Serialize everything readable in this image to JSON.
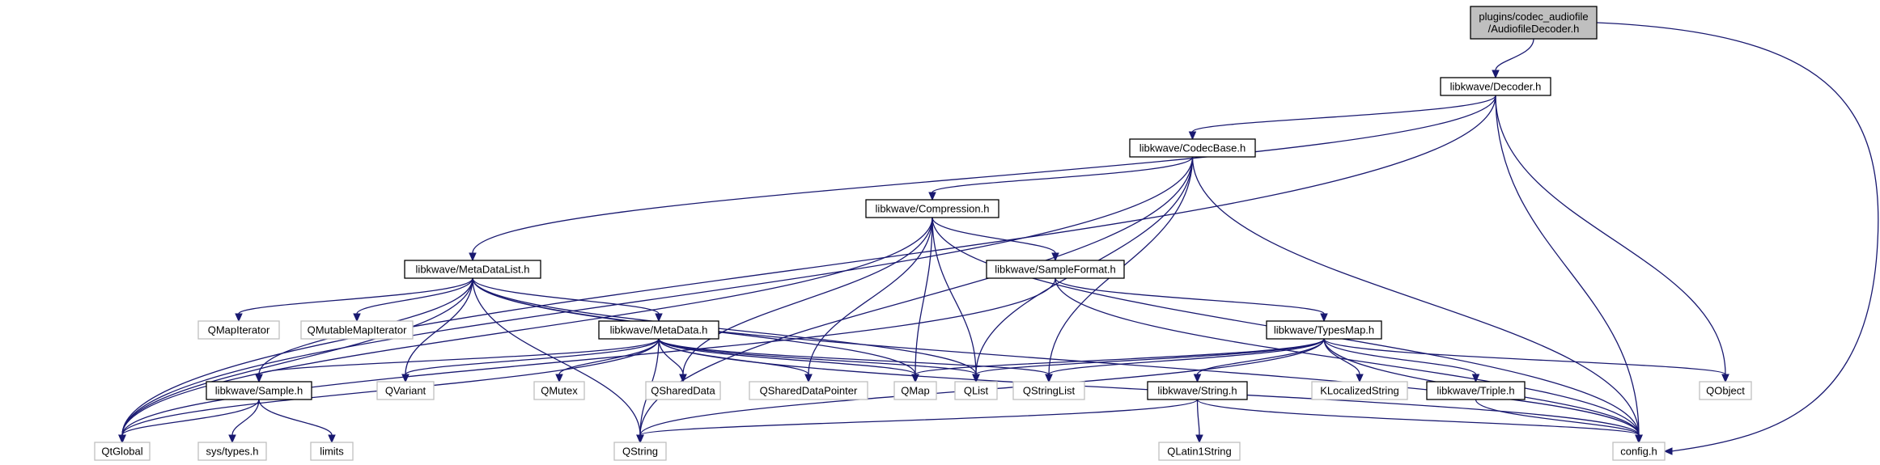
{
  "colors": {
    "edge": "#191970",
    "root_fill": "#bfbfbf",
    "external_stroke": "#bfbfbf"
  },
  "nodes": {
    "root": {
      "lines": [
        "plugins/codec_audiofile",
        "/AudiofileDecoder.h"
      ]
    },
    "decoder": {
      "lines": [
        "libkwave/Decoder.h"
      ]
    },
    "codecbase": {
      "lines": [
        "libkwave/CodecBase.h"
      ]
    },
    "compression": {
      "lines": [
        "libkwave/Compression.h"
      ]
    },
    "metadatalist": {
      "lines": [
        "libkwave/MetaDataList.h"
      ]
    },
    "sampleformat": {
      "lines": [
        "libkwave/SampleFormat.h"
      ]
    },
    "metadata": {
      "lines": [
        "libkwave/MetaData.h"
      ]
    },
    "typesmap": {
      "lines": [
        "libkwave/TypesMap.h"
      ]
    },
    "sample": {
      "lines": [
        "libkwave/Sample.h"
      ]
    },
    "string": {
      "lines": [
        "libkwave/String.h"
      ]
    },
    "triple": {
      "lines": [
        "libkwave/Triple.h"
      ]
    },
    "qmapiterator": {
      "lines": [
        "QMapIterator"
      ]
    },
    "qmutablemapiterator": {
      "lines": [
        "QMutableMapIterator"
      ]
    },
    "qvariant": {
      "lines": [
        "QVariant"
      ]
    },
    "qmutex": {
      "lines": [
        "QMutex"
      ]
    },
    "qshareddata": {
      "lines": [
        "QSharedData"
      ]
    },
    "qshareddatapointer": {
      "lines": [
        "QSharedDataPointer"
      ]
    },
    "qmap": {
      "lines": [
        "QMap"
      ]
    },
    "qlist": {
      "lines": [
        "QList"
      ]
    },
    "qstringlist": {
      "lines": [
        "QStringList"
      ]
    },
    "klocalizedstring": {
      "lines": [
        "KLocalizedString"
      ]
    },
    "qobject": {
      "lines": [
        "QObject"
      ]
    },
    "qtglobal": {
      "lines": [
        "QtGlobal"
      ]
    },
    "systypes": {
      "lines": [
        "sys/types.h"
      ]
    },
    "limits": {
      "lines": [
        "limits"
      ]
    },
    "qstring": {
      "lines": [
        "QString"
      ]
    },
    "qlatin1string": {
      "lines": [
        "QLatin1String"
      ]
    },
    "config": {
      "lines": [
        "config.h"
      ]
    }
  }
}
